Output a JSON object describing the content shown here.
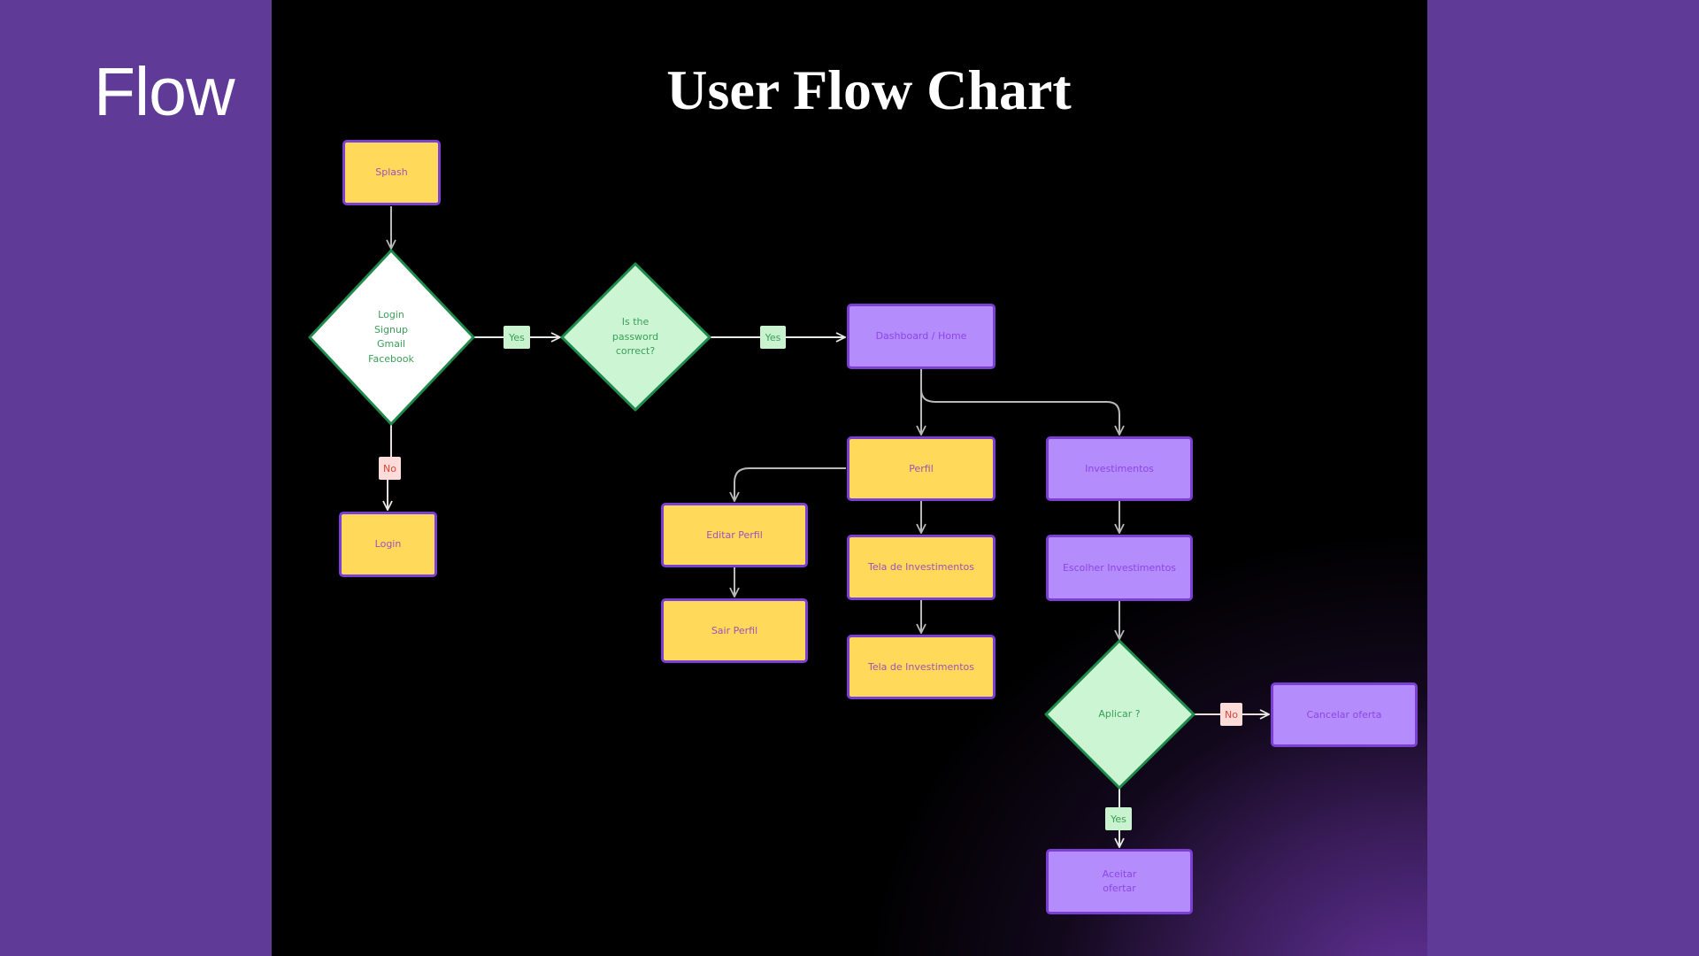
{
  "side": {
    "title": "Flow"
  },
  "chart": {
    "title": "User Flow Chart",
    "colors": {
      "slide_background": "#5f3a96",
      "panel_background": "#000000",
      "screen_node_yellow": "#ffd95a",
      "screen_node_purple": "#b58cfb",
      "node_border": "#7b3fd4",
      "decision_fill_green": "#ccf5d4",
      "decision_fill_white": "#ffffff",
      "decision_border": "#1e8a4c",
      "yes_label": "#c9f2cf",
      "no_label": "#fcdcd8",
      "connector": "#b8b8b8"
    },
    "nodes": {
      "splash": {
        "label": "Splash",
        "kind": "screen",
        "color": "yellow"
      },
      "auth_choice": {
        "label": "Login\nSignup\nGmail\nFacebook",
        "kind": "decision",
        "color": "white"
      },
      "password_check": {
        "label": "Is the\npassword\ncorrect?",
        "kind": "decision",
        "color": "green"
      },
      "dashboard": {
        "label": "Dashboard / Home",
        "kind": "screen",
        "color": "purple"
      },
      "login": {
        "label": "Login",
        "kind": "screen",
        "color": "yellow"
      },
      "perfil": {
        "label": "Perfil",
        "kind": "screen",
        "color": "yellow"
      },
      "investimentos": {
        "label": "Investimentos",
        "kind": "screen",
        "color": "purple"
      },
      "editar_perfil": {
        "label": "Editar Perfil",
        "kind": "screen",
        "color": "yellow"
      },
      "sair_perfil": {
        "label": "Sair Perfil",
        "kind": "screen",
        "color": "yellow"
      },
      "tela_investimentos_1": {
        "label": "Tela de Investimentos",
        "kind": "screen",
        "color": "yellow"
      },
      "tela_investimentos_2": {
        "label": "Tela de Investimentos",
        "kind": "screen",
        "color": "yellow"
      },
      "escolher_investimentos": {
        "label": "Escolher Investimentos",
        "kind": "screen",
        "color": "purple"
      },
      "aplicar": {
        "label": "Aplicar ?",
        "kind": "decision",
        "color": "green"
      },
      "cancelar_oferta": {
        "label": "Cancelar oferta",
        "kind": "screen",
        "color": "purple"
      },
      "aceitar_ofertar": {
        "label": "Aceitar\nofertar",
        "kind": "screen",
        "color": "purple"
      }
    },
    "edges": [
      {
        "from": "splash",
        "to": "auth_choice",
        "label": ""
      },
      {
        "from": "auth_choice",
        "to": "password_check",
        "label": "Yes"
      },
      {
        "from": "auth_choice",
        "to": "login",
        "label": "No"
      },
      {
        "from": "password_check",
        "to": "dashboard",
        "label": "Yes"
      },
      {
        "from": "dashboard",
        "to": "perfil",
        "label": ""
      },
      {
        "from": "dashboard",
        "to": "investimentos",
        "label": ""
      },
      {
        "from": "perfil",
        "to": "editar_perfil",
        "label": ""
      },
      {
        "from": "editar_perfil",
        "to": "sair_perfil",
        "label": ""
      },
      {
        "from": "perfil",
        "to": "tela_investimentos_1",
        "label": ""
      },
      {
        "from": "tela_investimentos_1",
        "to": "tela_investimentos_2",
        "label": ""
      },
      {
        "from": "investimentos",
        "to": "escolher_investimentos",
        "label": ""
      },
      {
        "from": "escolher_investimentos",
        "to": "aplicar",
        "label": ""
      },
      {
        "from": "aplicar",
        "to": "cancelar_oferta",
        "label": "No"
      },
      {
        "from": "aplicar",
        "to": "aceitar_ofertar",
        "label": "Yes"
      }
    ],
    "edge_labels": {
      "yes": "Yes",
      "no": "No"
    }
  }
}
